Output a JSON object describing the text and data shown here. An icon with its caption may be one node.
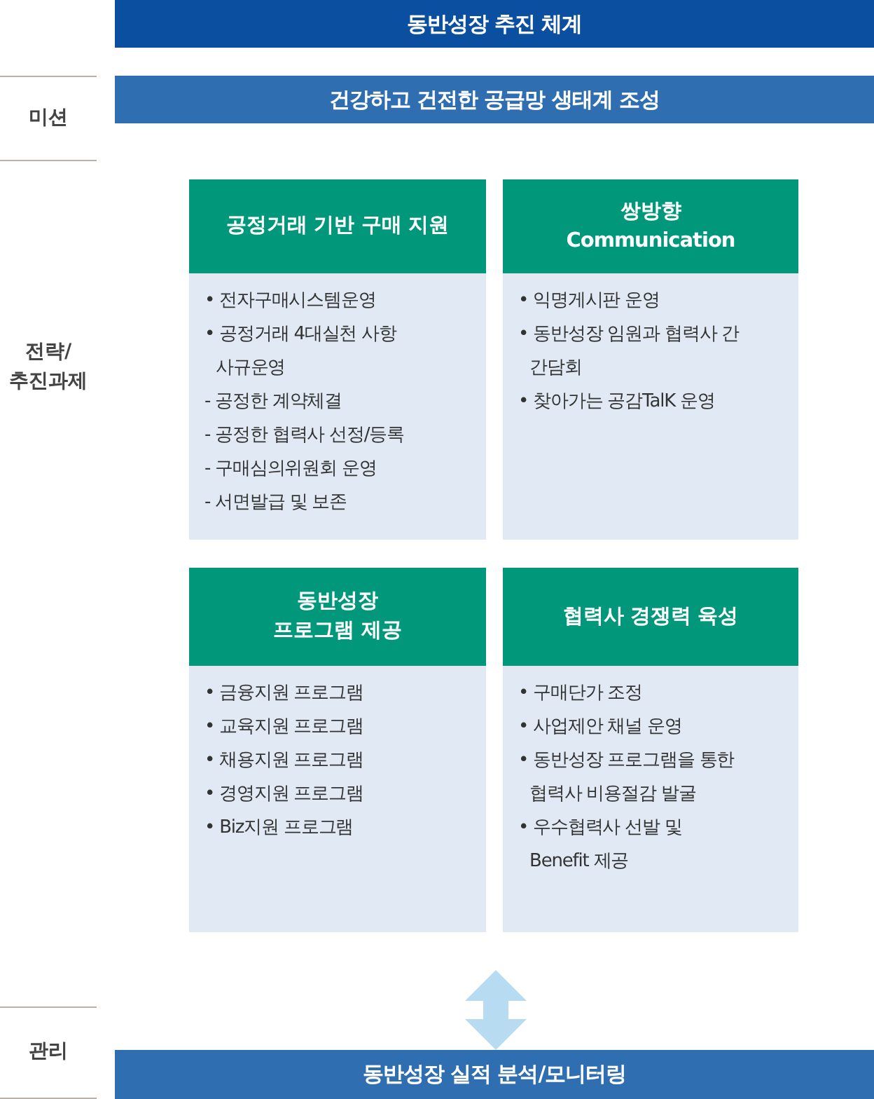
{
  "diagram": {
    "title": "동반성장 추진 체계",
    "nodes": [
      {
        "text": [
          "건강하고 건전한 공급망 생태계 조성"
        ]
      },
      {
        "text": [
          "공정거래 기반 구매 지원",
          "• 전자구매시스템운영",
          "• 공정거래 4대실천 사항 사규운영",
          "- 공정한 계약체결",
          "- 공정한 협력사 선정/등록",
          "- 구매심의위원회 운영",
          "- 서면발급 및 보존"
        ]
      },
      {
        "text": [
          "쌍방향 Communication",
          "• 익명게시판 운영",
          "• 동반성장 임원과 협력사 간 간담회",
          "• 찾아가는 공감TalK 운영"
        ]
      },
      {
        "text": [
          "동반성장 프로그램 제공",
          "• 금융지원 프로그램",
          "• 교육지원 프로그램",
          "• 채용지원 프로그램",
          "• 경영지원 프로그램",
          "• Biz지원 프로그램"
        ]
      },
      {
        "text": [
          "협력사 경쟁력 육성",
          "• 구매단가 조정",
          "• 사업제안 채널 운영",
          "• 동반성장 프로그램을 통한 협력사 비용절감 발굴",
          "• 우수협력사 선발 및 Benefit 제공"
        ]
      },
      {
        "text": [
          "동반성장 실적 분석/모니터링"
        ]
      }
    ],
    "edges": [
      {
        "from": null,
        "to": 5,
        "arrow": "both"
      }
    ],
    "labels": [
      "미션",
      "전략/ 추진과제",
      "관리"
    ]
  }
}
